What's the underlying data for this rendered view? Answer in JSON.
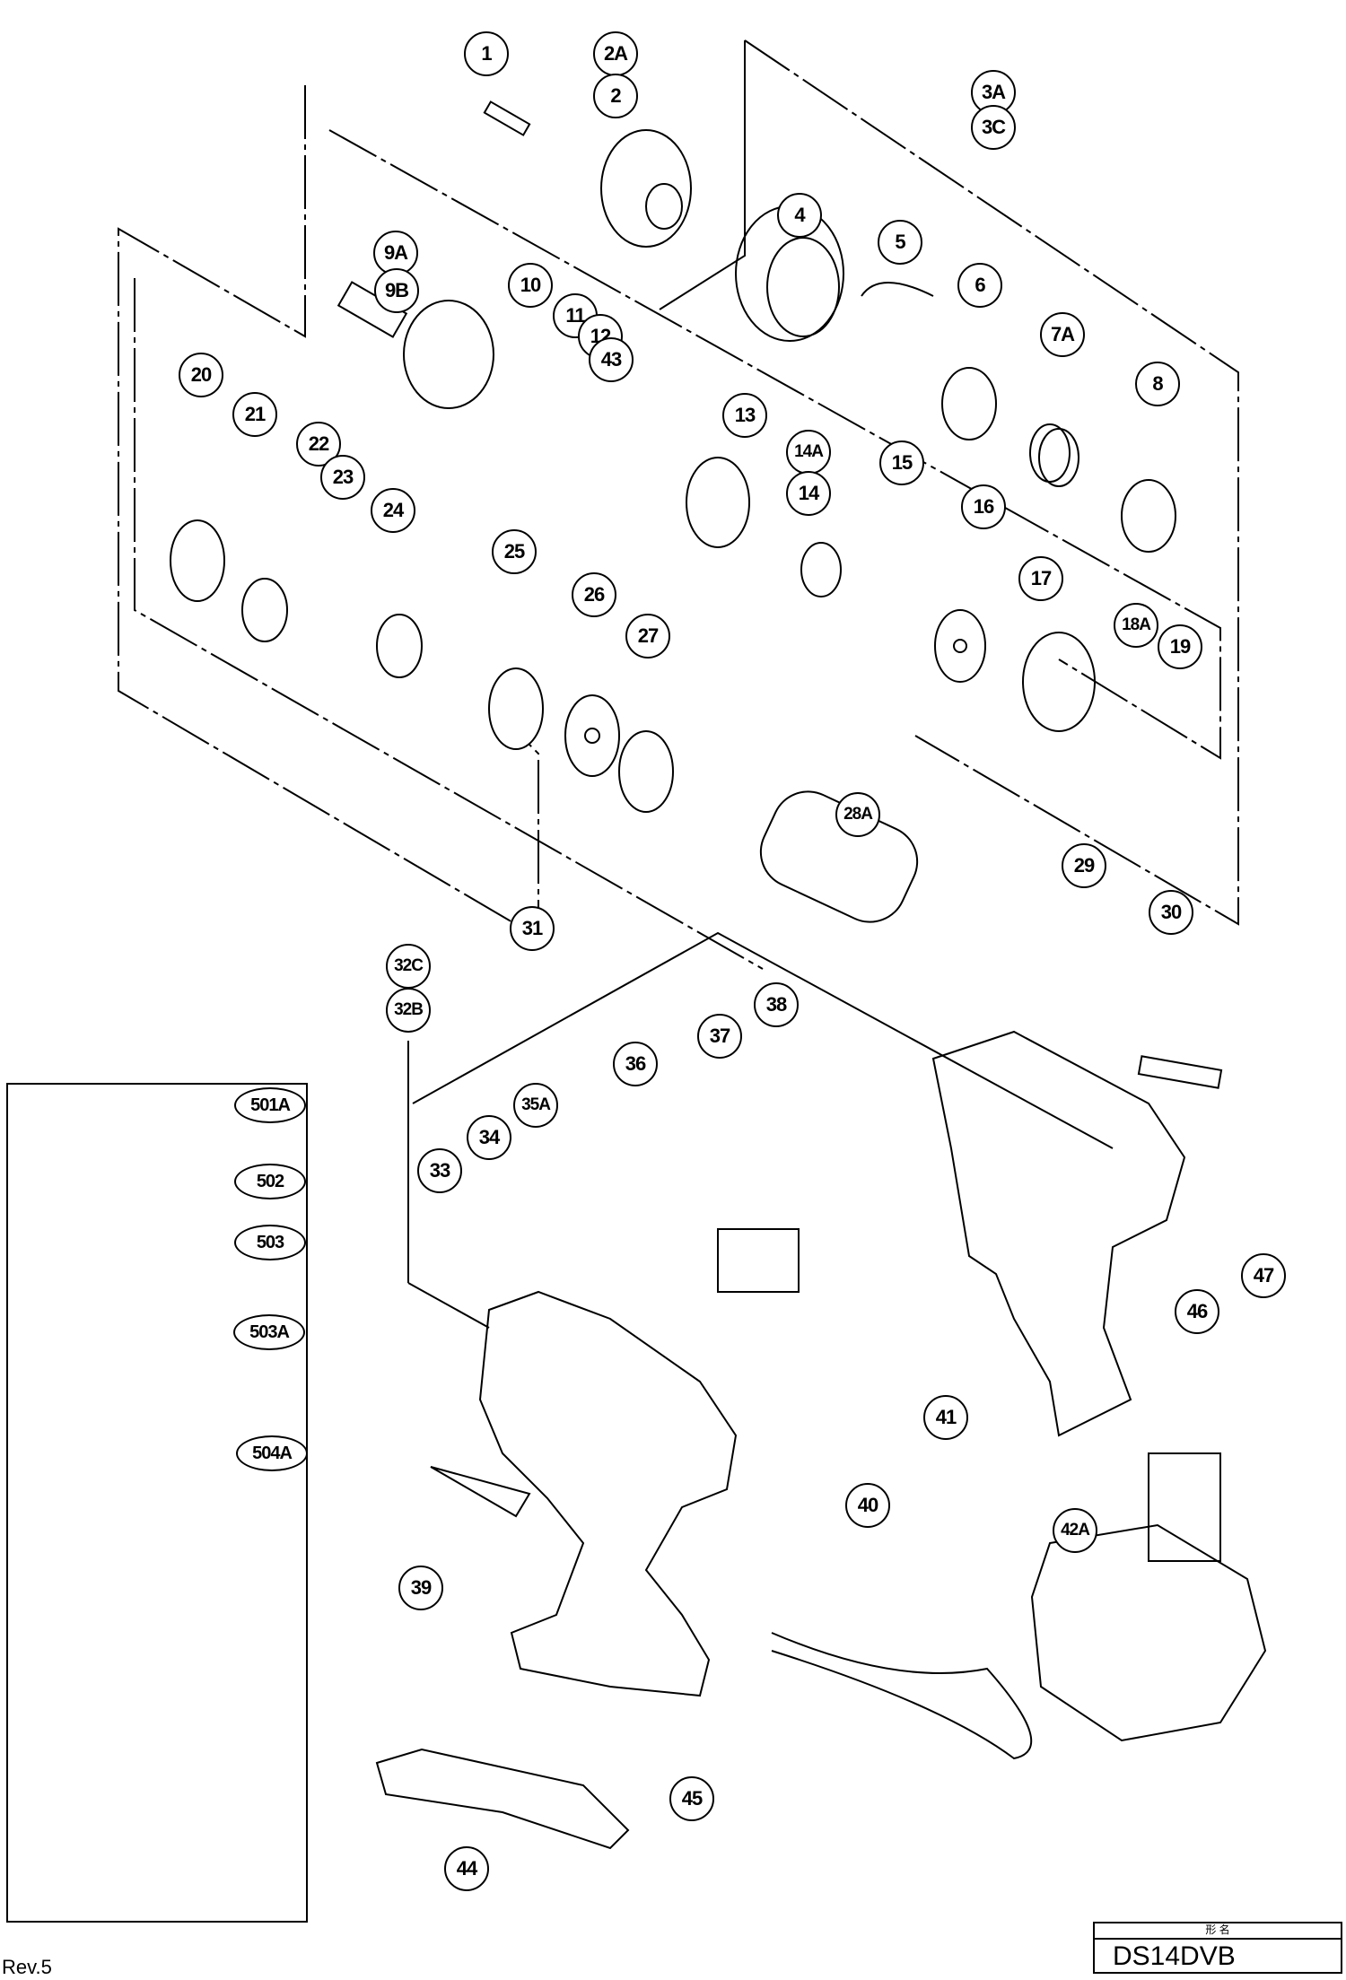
{
  "document": {
    "type": "exploded parts diagram",
    "model_label_header": "形 名",
    "model": "DS14DVB",
    "revision": "Rev.5"
  },
  "callouts": [
    {
      "id": "1"
    },
    {
      "id": "2A"
    },
    {
      "id": "2"
    },
    {
      "id": "3A"
    },
    {
      "id": "3C"
    },
    {
      "id": "4"
    },
    {
      "id": "5"
    },
    {
      "id": "6"
    },
    {
      "id": "7A"
    },
    {
      "id": "8"
    },
    {
      "id": "9A"
    },
    {
      "id": "9B"
    },
    {
      "id": "10"
    },
    {
      "id": "11"
    },
    {
      "id": "12"
    },
    {
      "id": "43"
    },
    {
      "id": "13"
    },
    {
      "id": "14A"
    },
    {
      "id": "14"
    },
    {
      "id": "15"
    },
    {
      "id": "16"
    },
    {
      "id": "17"
    },
    {
      "id": "18A"
    },
    {
      "id": "19"
    },
    {
      "id": "20"
    },
    {
      "id": "21"
    },
    {
      "id": "22"
    },
    {
      "id": "23"
    },
    {
      "id": "24"
    },
    {
      "id": "25"
    },
    {
      "id": "26"
    },
    {
      "id": "27"
    },
    {
      "id": "28A"
    },
    {
      "id": "29"
    },
    {
      "id": "30"
    },
    {
      "id": "31"
    },
    {
      "id": "32C"
    },
    {
      "id": "32B"
    },
    {
      "id": "33"
    },
    {
      "id": "34"
    },
    {
      "id": "35A"
    },
    {
      "id": "36"
    },
    {
      "id": "37"
    },
    {
      "id": "38"
    },
    {
      "id": "39"
    },
    {
      "id": "40"
    },
    {
      "id": "41"
    },
    {
      "id": "42A"
    },
    {
      "id": "44"
    },
    {
      "id": "45"
    },
    {
      "id": "46"
    },
    {
      "id": "47"
    }
  ],
  "accessories": [
    {
      "id": "501A"
    },
    {
      "id": "502"
    },
    {
      "id": "503"
    },
    {
      "id": "503A"
    },
    {
      "id": "504A"
    }
  ]
}
